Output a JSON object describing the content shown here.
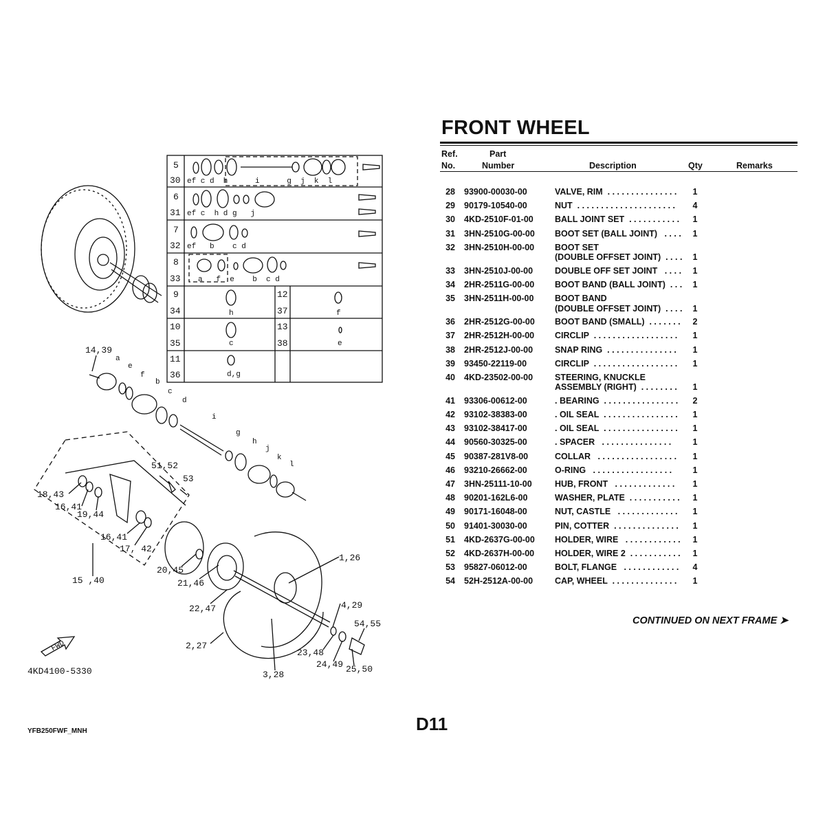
{
  "header": {
    "title": "FRONT WHEEL"
  },
  "columns": {
    "ref_line1": "Ref.",
    "ref_line2": "No.",
    "part_line1": "Part",
    "part_line2": "Number",
    "description": "Description",
    "qty": "Qty",
    "remarks": "Remarks"
  },
  "parts": [
    {
      "ref": "28",
      "part": "93900-00030-00",
      "desc": "VALVE, RIM  . . . . . . . . . . . . . . .",
      "qty": "1"
    },
    {
      "ref": "29",
      "part": "90179-10540-00",
      "desc": "NUT  . . . . . . . . . . . . . . . . . . . . .",
      "qty": "4"
    },
    {
      "ref": "30",
      "part": "4KD-2510F-01-00",
      "desc": "BALL JOINT SET  . . . . . . . . . . .",
      "qty": "1"
    },
    {
      "ref": "31",
      "part": "3HN-2510G-00-00",
      "desc": "BOOT SET (BALL JOINT)   . . . .",
      "qty": "1"
    },
    {
      "ref": "32",
      "part": "3HN-2510H-00-00",
      "desc": "BOOT SET\n(DOUBLE OFFSET JOINT)  . . . .",
      "qty": "1"
    },
    {
      "ref": "33",
      "part": "3HN-2510J-00-00",
      "desc": "DOUBLE OFF SET JOINT   . . . .",
      "qty": "1"
    },
    {
      "ref": "34",
      "part": "2HR-2511G-00-00",
      "desc": "BOOT BAND (BALL JOINT)  . . .",
      "qty": "1"
    },
    {
      "ref": "35",
      "part": "3HN-2511H-00-00",
      "desc": "BOOT BAND\n(DOUBLE OFFSET JOINT)  . . . .",
      "qty": "1"
    },
    {
      "ref": "36",
      "part": "2HR-2512G-00-00",
      "desc": "BOOT BAND (SMALL)  . . . . . . .",
      "qty": "2"
    },
    {
      "ref": "37",
      "part": "2HR-2512H-00-00",
      "desc": "CIRCLIP  . . . . . . . . . . . . . . . . . .",
      "qty": "1"
    },
    {
      "ref": "38",
      "part": "2HR-2512J-00-00",
      "desc": "SNAP RING  . . . . . . . . . . . . . . .",
      "qty": "1"
    },
    {
      "ref": "39",
      "part": "93450-22119-00",
      "desc": "CIRCLIP  . . . . . . . . . . . . . . . . . .",
      "qty": "1"
    },
    {
      "ref": "40",
      "part": "4KD-23502-00-00",
      "desc": "STEERING, KNUCKLE\nASSEMBLY (RIGHT)  . . . . . . . .",
      "qty": "1"
    },
    {
      "ref": "41",
      "part": "93306-00612-00",
      "desc": ". BEARING  . . . . . . . . . . . . . . . .",
      "qty": "2"
    },
    {
      "ref": "42",
      "part": "93102-38383-00",
      "desc": ". OIL SEAL  . . . . . . . . . . . . . . . .",
      "qty": "1"
    },
    {
      "ref": "43",
      "part": "93102-38417-00",
      "desc": ". OIL SEAL  . . . . . . . . . . . . . . . .",
      "qty": "1"
    },
    {
      "ref": "44",
      "part": "90560-30325-00",
      "desc": ". SPACER   . . . . . . . . . . . . . . .",
      "qty": "1"
    },
    {
      "ref": "45",
      "part": "90387-281V8-00",
      "desc": "COLLAR   . . . . . . . . . . . . . . . . .",
      "qty": "1"
    },
    {
      "ref": "46",
      "part": "93210-26662-00",
      "desc": "O-RING   . . . . . . . . . . . . . . . . .",
      "qty": "1"
    },
    {
      "ref": "47",
      "part": "3HN-25111-10-00",
      "desc": "HUB, FRONT   . . . . . . . . . . . . .",
      "qty": "1"
    },
    {
      "ref": "48",
      "part": "90201-162L6-00",
      "desc": "WASHER, PLATE  . . . . . . . . . . .",
      "qty": "1"
    },
    {
      "ref": "49",
      "part": "90171-16048-00",
      "desc": "NUT, CASTLE   . . . . . . . . . . . . .",
      "qty": "1"
    },
    {
      "ref": "50",
      "part": "91401-30030-00",
      "desc": "PIN, COTTER  . . . . . . . . . . . . . .",
      "qty": "1"
    },
    {
      "ref": "51",
      "part": "4KD-2637G-00-00",
      "desc": "HOLDER, WIRE   . . . . . . . . . . . .",
      "qty": "1"
    },
    {
      "ref": "52",
      "part": "4KD-2637H-00-00",
      "desc": "HOLDER, WIRE 2  . . . . . . . . . . .",
      "qty": "1"
    },
    {
      "ref": "53",
      "part": "95827-06012-00",
      "desc": "BOLT, FLANGE   . . . . . . . . . . . .",
      "qty": "4"
    },
    {
      "ref": "54",
      "part": "52H-2512A-00-00",
      "desc": "CAP, WHEEL  . . . . . . . . . . . . . .",
      "qty": "1"
    }
  ],
  "footer": {
    "continued": "CONTINUED ON NEXT FRAME ➤",
    "page": "D11",
    "model": "YFB250FWF_MNH"
  },
  "diagram": {
    "drawing_code": "4KD4100-5330",
    "fwd": "FWD",
    "set_table": [
      {
        "top": "5",
        "bottom": "30",
        "letters": "ef c d  h      i      g  j  k  l"
      },
      {
        "top": "6",
        "bottom": "31",
        "letters": "ef c  h d g   j"
      },
      {
        "top": "7",
        "bottom": "32",
        "letters": "ef   b    c d"
      },
      {
        "top": "8",
        "bottom": "33",
        "letters": "a   f  e    b  c d"
      }
    ],
    "set_cells": [
      {
        "top": "9",
        "bottom": "34",
        "letter": "h"
      },
      {
        "top": "12",
        "bottom": "37",
        "letter": "f"
      },
      {
        "top": "10",
        "bottom": "35",
        "letter": "c"
      },
      {
        "top": "13",
        "bottom": "38",
        "letter": "e"
      },
      {
        "top": "11",
        "bottom": "36",
        "letter": "d,g"
      }
    ],
    "callouts": {
      "c14_39": "14,39",
      "a": "a",
      "e": "e",
      "f": "f",
      "b": "b",
      "c": "c",
      "d": "d",
      "i": "i",
      "g": "g",
      "h": "h",
      "j": "j",
      "k": "k",
      "l": "l",
      "c51_52": "51,52",
      "c53": "53",
      "c18_43": "18,43",
      "c16_41a": "16,41",
      "c19_44": "19,44",
      "c16_41b": "16,41",
      "c17_42": "17, 42",
      "c15_40": "15 ,40",
      "c20_45": "20,45",
      "c21_46": "21,46",
      "c22_47": "22,47",
      "c1_26": "1,26",
      "c4_29": "4,29",
      "c54_55": "54,55",
      "c2_27": "2,27",
      "c23_48": "23,48",
      "c24_49": "24,49",
      "c25_50": "25,50",
      "c3_28": "3,28"
    }
  }
}
